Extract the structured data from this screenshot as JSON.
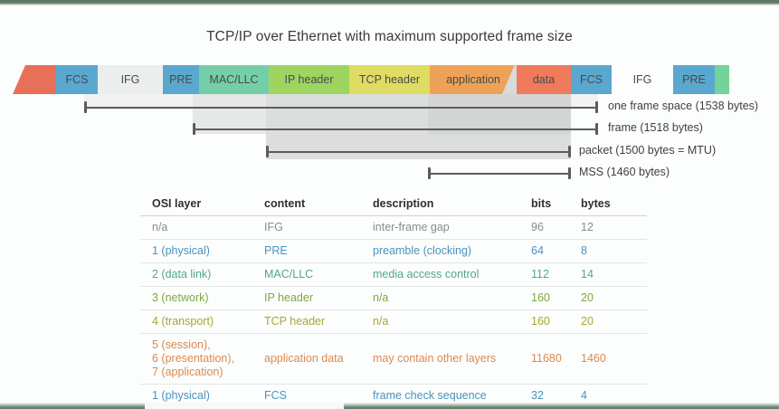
{
  "title": "TCP/IP over Ethernet with maximum supported frame size",
  "frame_segments": [
    {
      "label": "",
      "name": "lead-in-fragment",
      "color": "#e8705a"
    },
    {
      "label": "FCS",
      "name": "segment-fcs-left",
      "color": "#5aa8cf"
    },
    {
      "label": "IFG",
      "name": "segment-ifg-left",
      "color": "#eceded"
    },
    {
      "label": "PRE",
      "name": "segment-pre",
      "color": "#5aa8cf"
    },
    {
      "label": "MAC/LLC",
      "name": "segment-mac-llc",
      "color": "#74cfa8"
    },
    {
      "label": "IP header",
      "name": "segment-ip-header",
      "color": "#9ed561"
    },
    {
      "label": "TCP header",
      "name": "segment-tcp-header",
      "color": "#dedc62"
    },
    {
      "label": "application",
      "name": "segment-application",
      "color": "#eda257"
    },
    {
      "label": "data",
      "name": "segment-data",
      "color": "#ef7a5c"
    },
    {
      "label": "FCS",
      "name": "segment-fcs-right",
      "color": "#5aa8cf"
    },
    {
      "label": "IFG",
      "name": "segment-ifg-right",
      "color": "#ffffff"
    },
    {
      "label": "PRE",
      "name": "segment-pre-next",
      "color": "#5aa8cf"
    }
  ],
  "measures": [
    {
      "label": "one frame space (1538 bytes)",
      "name": "measure-one-frame-space"
    },
    {
      "label": "frame (1518 bytes)",
      "name": "measure-frame"
    },
    {
      "label": "packet (1500 bytes = MTU)",
      "name": "measure-packet"
    },
    {
      "label": "MSS (1460 bytes)",
      "name": "measure-mss"
    }
  ],
  "table": {
    "headers": [
      "OSI layer",
      "content",
      "description",
      "bits",
      "bytes"
    ],
    "rows": [
      {
        "osi": "n/a",
        "content": "IFG",
        "description": "inter-frame gap",
        "bits": "96",
        "bytes": "12",
        "color": "#8a8d8d"
      },
      {
        "osi": "1 (physical)",
        "content": "PRE",
        "description": "preamble (clocking)",
        "bits": "64",
        "bytes": "8",
        "color": "#4a93bd"
      },
      {
        "osi": "2 (data link)",
        "content": "MAC/LLC",
        "description": "media access control",
        "bits": "112",
        "bytes": "14",
        "color": "#51a886"
      },
      {
        "osi": "3 (network)",
        "content": "IP header",
        "description": "n/a",
        "bits": "160",
        "bytes": "20",
        "color": "#7ca842"
      },
      {
        "osi": "4 (transport)",
        "content": "TCP header",
        "description": "n/a",
        "bits": "160",
        "bytes": "20",
        "color": "#a8a535"
      },
      {
        "osi": "5 (session),\n6 (presentation),\n7 (application)",
        "content": "application data",
        "description": "may contain other layers",
        "bits": "11680",
        "bytes": "1460",
        "color": "#d98a51"
      },
      {
        "osi": "1 (physical)",
        "content": "FCS",
        "description": "frame check sequence",
        "bits": "32",
        "bytes": "4",
        "color": "#4a93bd"
      }
    ]
  }
}
